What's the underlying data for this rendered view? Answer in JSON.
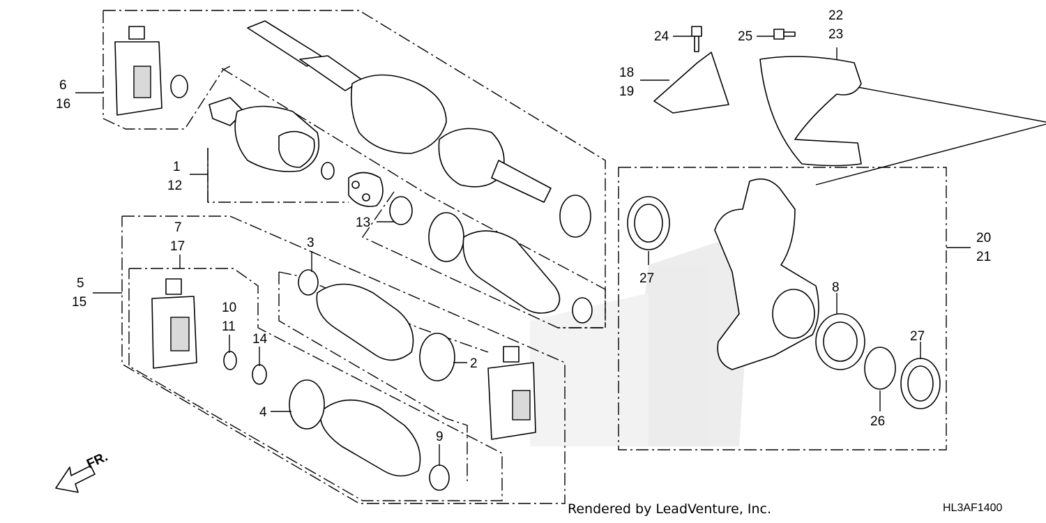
{
  "diagram": {
    "callouts": {
      "c1": "1",
      "c12": "12",
      "c13": "13",
      "c6": "6",
      "c16": "16",
      "c7": "7",
      "c17": "17",
      "c5": "5",
      "c15": "15",
      "c3": "3",
      "c10": "10",
      "c11": "11",
      "c14": "14",
      "c2": "2",
      "c4": "4",
      "c9": "9",
      "c24": "24",
      "c25": "25",
      "c22": "22",
      "c23": "23",
      "c18": "18",
      "c19": "19",
      "c20": "20",
      "c21": "21",
      "c27a": "27",
      "c8": "8",
      "c27b": "27",
      "c26": "26"
    },
    "front_label": "FR."
  },
  "footer": {
    "credit": "Rendered by LeadVenture, Inc.",
    "code": "HL3AF1400"
  }
}
